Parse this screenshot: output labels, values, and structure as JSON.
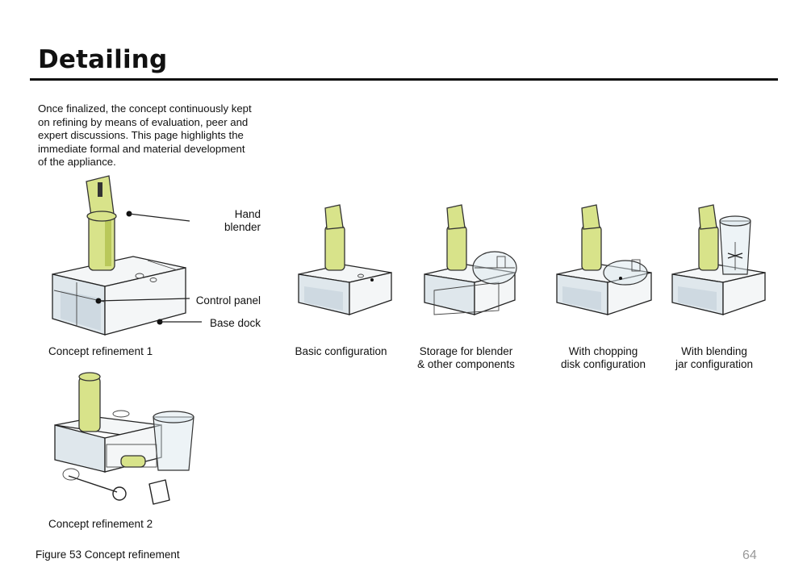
{
  "page": {
    "title": "Detailing",
    "intro": "Once finalized, the concept continuously kept on refining by means of evaluation, peer and expert discussions. This page highlights the immediate formal and material development of the appliance.",
    "figure_caption": "Figure 53 Concept refinement",
    "page_number": "64"
  },
  "callouts": {
    "hand_blender": "Hand\nblender",
    "control_panel": "Control panel",
    "base_dock": "Base dock"
  },
  "figures": {
    "concept1": "Concept refinement 1",
    "basic": "Basic configuration",
    "storage": "Storage for blender\n& other components",
    "chopping": "With chopping\ndisk configuration",
    "blending": "With blending\njar configuration",
    "concept2": "Concept refinement 2"
  }
}
